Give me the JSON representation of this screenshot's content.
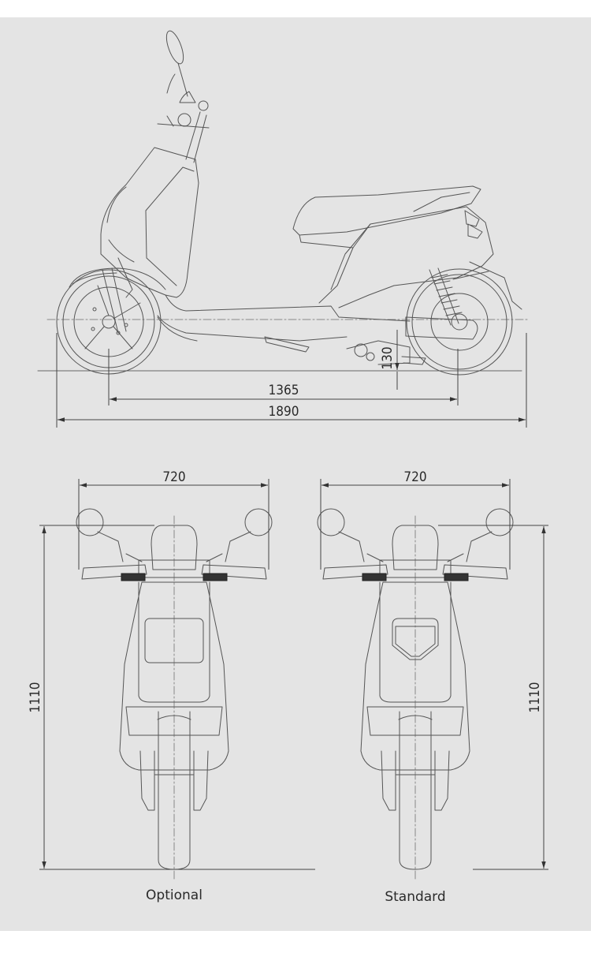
{
  "colors": {
    "background": "#e4e4e4",
    "line": "#555555",
    "text": "#2a2a2a"
  },
  "side_view": {
    "ground_clearance": "130",
    "wheelbase": "1365",
    "overall_length": "1890"
  },
  "front_view_optional": {
    "width": "720",
    "height": "1110",
    "caption": "Optional"
  },
  "front_view_standard": {
    "width": "720",
    "height": "1110",
    "caption": "Standard"
  }
}
